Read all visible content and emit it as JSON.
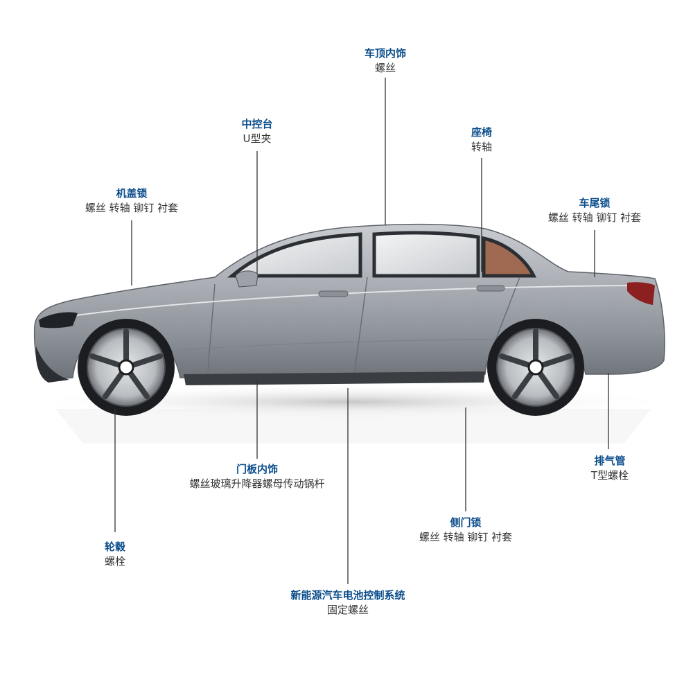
{
  "colors": {
    "title": "#0b4d8c",
    "text": "#333333",
    "leader": "#333333",
    "car_body": "#a9adb3",
    "car_dark": "#2b2e33",
    "background": "#ffffff"
  },
  "callouts": [
    {
      "id": "roof-trim",
      "title": "车顶内饰",
      "sub": "螺丝"
    },
    {
      "id": "console",
      "title": "中控台",
      "sub": "U型夹"
    },
    {
      "id": "seat",
      "title": "座椅",
      "sub": "转轴"
    },
    {
      "id": "hood-lock",
      "title": "机盖锁",
      "sub": "螺丝 转轴 铆钉 衬套"
    },
    {
      "id": "trunk-lock",
      "title": "车尾锁",
      "sub": "螺丝 转轴 铆钉 衬套"
    },
    {
      "id": "exhaust",
      "title": "排气管",
      "sub": "T型螺栓"
    },
    {
      "id": "door-trim",
      "title": "门板内饰",
      "sub": "螺丝玻璃升降器螺母传动锅杆"
    },
    {
      "id": "side-door-lock",
      "title": "侧门锁",
      "sub": "螺丝 转轴 铆钉 衬套"
    },
    {
      "id": "wheel-hub",
      "title": "轮毂",
      "sub": "螺栓"
    },
    {
      "id": "ev-battery",
      "title": "新能源汽车电池控制系统",
      "sub": "固定螺丝"
    }
  ],
  "car": {
    "brand_icon": "bmw-roundel-icon"
  }
}
